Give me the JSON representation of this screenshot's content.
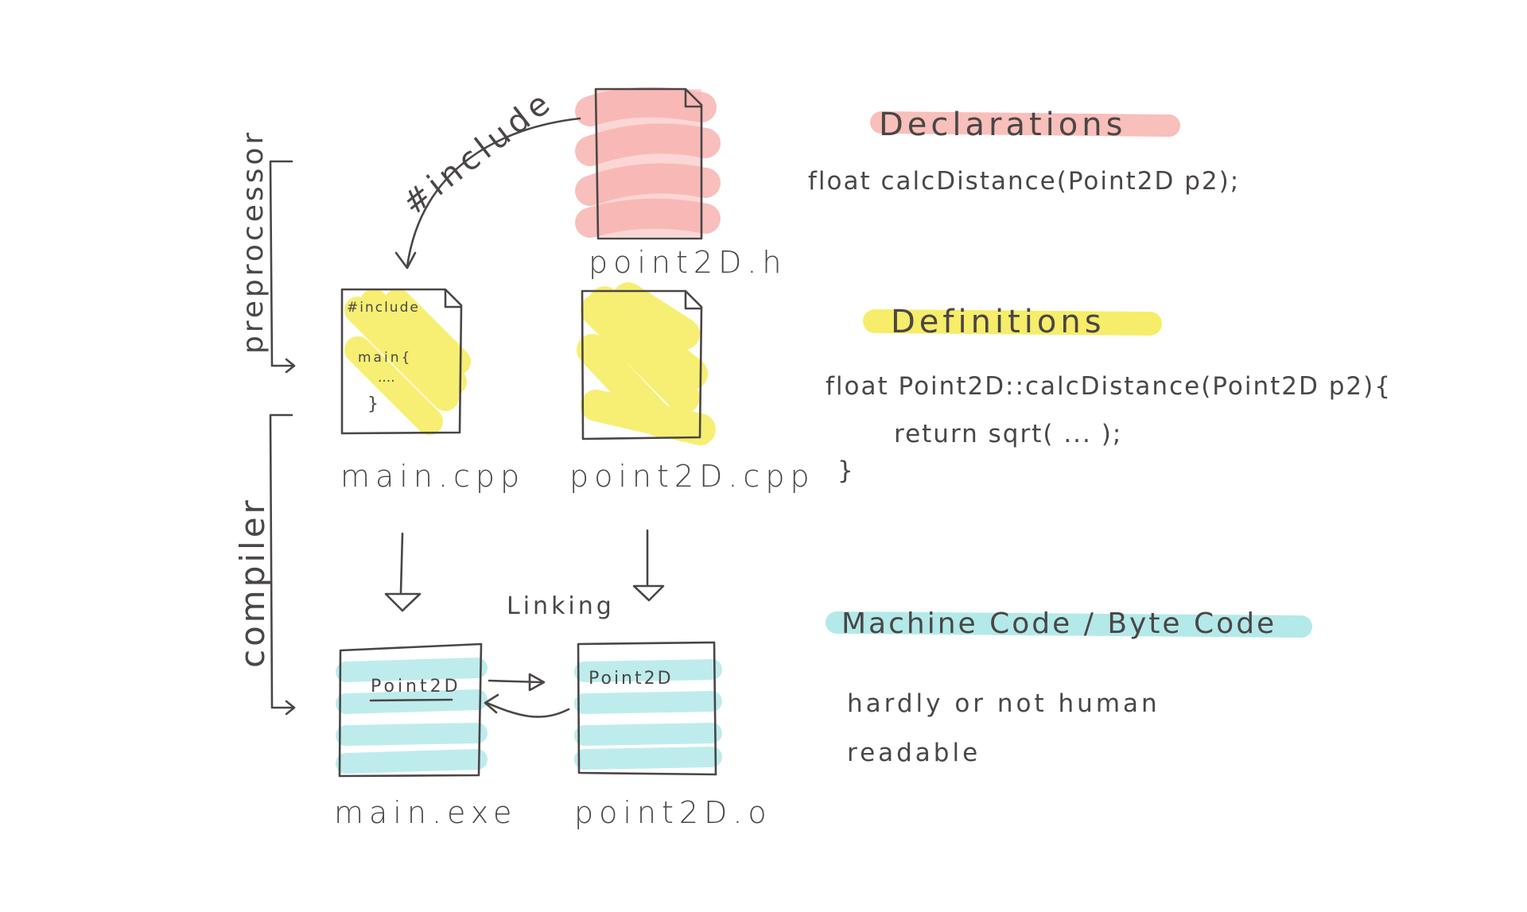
{
  "files": {
    "header": {
      "name": "point2D.h"
    },
    "main_cpp": {
      "name": "main.cpp",
      "content": [
        "#include",
        "main{",
        "....",
        "}"
      ]
    },
    "point_cpp": {
      "name": "point2D.cpp"
    },
    "main_exe": {
      "name": "main.exe",
      "content": "Point2D"
    },
    "point_o": {
      "name": "point2D.o",
      "content": "Point2D"
    }
  },
  "arrows": {
    "include": "#include",
    "linking": "Linking"
  },
  "stages": {
    "preprocessor": "preprocessor",
    "compiler": "compiler"
  },
  "notes": {
    "declarations": {
      "title": "Declarations",
      "code": "float calcDistance(Point2D p2);"
    },
    "definitions": {
      "title": "Definitions",
      "code": [
        "float Point2D::calcDistance(Point2D p2){",
        "return sqrt( ... );",
        "}"
      ]
    },
    "machine_code": {
      "title": "Machine Code / Byte Code",
      "text": [
        "hardly or not human",
        "readable"
      ]
    }
  },
  "colors": {
    "declarations": "#f7b4b0",
    "definitions": "#f6ec5a",
    "machine_code": "#a8e6e6",
    "ink": "#4a4646"
  }
}
